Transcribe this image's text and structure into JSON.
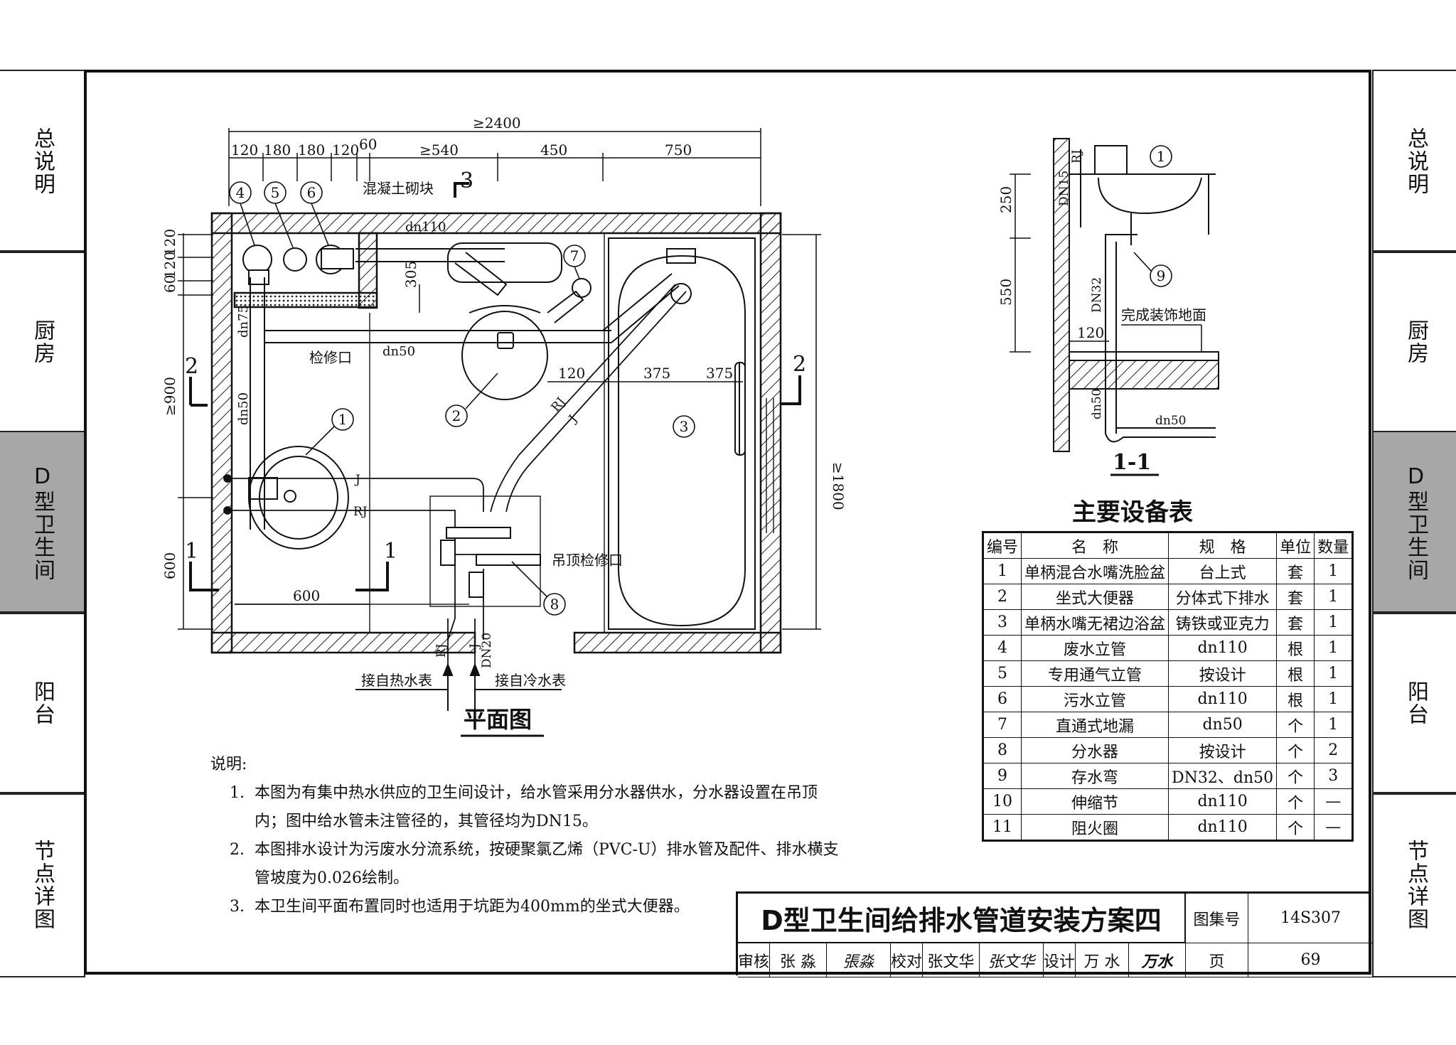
{
  "side_tabs": [
    "总说明",
    "厨房",
    "D型卫生间",
    "阳台",
    "节点详图"
  ],
  "active_tab": "D型卫生间",
  "plan": {
    "top_overall_dim": "≥2400",
    "top_dims": [
      "120",
      "180",
      "180",
      "120",
      "60",
      "≥540",
      "450",
      "750"
    ],
    "left_dims": [
      "120",
      "120",
      "60",
      "≥900",
      "600"
    ],
    "right_dim": "≥1800",
    "labels": {
      "concrete_block": "混凝土砌块",
      "inspection_port": "检修口",
      "ceiling_port": "吊顶检修口",
      "from_hot_meter": "接自热水表",
      "from_cold_meter": "接自冷水表"
    },
    "pipe_labels": [
      "dn110",
      "dn75",
      "dn50",
      "dn50",
      "J",
      "RJ",
      "RJ",
      "J",
      "DN20",
      "RJ",
      "J"
    ],
    "inner_dims": [
      "305",
      "120",
      "375",
      "375",
      "600"
    ],
    "section_marks": [
      "3",
      "2",
      "2",
      "1",
      "1"
    ],
    "callouts": [
      "1",
      "2",
      "3",
      "4",
      "5",
      "6",
      "7",
      "8"
    ],
    "title": "平面图"
  },
  "section": {
    "dims": [
      "250",
      "550",
      "120"
    ],
    "pipe_labels": [
      "DN15",
      "RJ",
      "DN32",
      "dn50",
      "dn50"
    ],
    "callouts": [
      "1",
      "9"
    ],
    "floor_label": "完成装饰地面",
    "title": "1-1"
  },
  "equipment_table": {
    "title": "主要设备表",
    "headers": [
      "编号",
      "名　称",
      "规　格",
      "单位",
      "数量"
    ],
    "rows": [
      [
        "1",
        "单柄混合水嘴洗脸盆",
        "台上式",
        "套",
        "1"
      ],
      [
        "2",
        "坐式大便器",
        "分体式下排水",
        "套",
        "1"
      ],
      [
        "3",
        "单柄水嘴无裙边浴盆",
        "铸铁或亚克力",
        "套",
        "1"
      ],
      [
        "4",
        "废水立管",
        "dn110",
        "根",
        "1"
      ],
      [
        "5",
        "专用通气立管",
        "按设计",
        "根",
        "1"
      ],
      [
        "6",
        "污水立管",
        "dn110",
        "根",
        "1"
      ],
      [
        "7",
        "直通式地漏",
        "dn50",
        "个",
        "1"
      ],
      [
        "8",
        "分水器",
        "按设计",
        "个",
        "2"
      ],
      [
        "9",
        "存水弯",
        "DN32、dn50",
        "个",
        "3"
      ],
      [
        "10",
        "伸缩节",
        "dn110",
        "个",
        "—"
      ],
      [
        "11",
        "阻火圈",
        "dn110",
        "个",
        "—"
      ]
    ]
  },
  "notes": {
    "heading": "说明:",
    "items": [
      {
        "num": "1.",
        "text": "本图为有集中热水供应的卫生间设计，给水管采用分水器供水，分水器设置在吊顶内；图中给水管未注管径的，其管径均为DN15。"
      },
      {
        "num": "2.",
        "text": "本图排水设计为污废水分流系统，按硬聚氯乙烯（PVC-U）排水管及配件、排水横支管坡度为0.026绘制。"
      },
      {
        "num": "3.",
        "text": "本卫生间平面布置同时也适用于坑距为400mm的坐式大便器。"
      }
    ]
  },
  "title_block": {
    "title": "D型卫生间给排水管道安装方案四",
    "atlas_label": "图集号",
    "atlas_no": "14S307",
    "page_label": "页",
    "page_no": "69",
    "review_label": "审核",
    "reviewer": "张 淼",
    "reviewer_sig": "張淼",
    "check_label": "校对",
    "checker": "张文华",
    "checker_sig": "张文华",
    "design_label": "设计",
    "designer": "万 水",
    "designer_sig": "万水"
  }
}
